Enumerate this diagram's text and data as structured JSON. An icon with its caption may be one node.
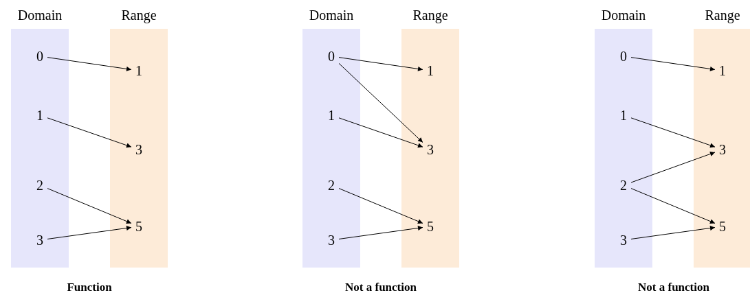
{
  "diagram": {
    "nodes": [
      {
        "text": [
          "Domain"
        ]
      },
      {
        "text": [
          "Range"
        ]
      },
      {
        "text": [
          "0"
        ],
        "in": 0
      },
      {
        "text": [
          "1"
        ],
        "in": 0
      },
      {
        "text": [
          "2"
        ],
        "in": 0
      },
      {
        "text": [
          "3"
        ],
        "in": 0
      },
      {
        "text": [
          "1"
        ],
        "in": 1
      },
      {
        "text": [
          "3"
        ],
        "in": 1
      },
      {
        "text": [
          "5"
        ],
        "in": 1
      },
      {
        "text": [
          "Domain"
        ]
      },
      {
        "text": [
          "Range"
        ]
      },
      {
        "text": [
          "0"
        ],
        "in": 9
      },
      {
        "text": [
          "1"
        ],
        "in": 9
      },
      {
        "text": [
          "2"
        ],
        "in": 9
      },
      {
        "text": [
          "3"
        ],
        "in": 9
      },
      {
        "text": [
          "1"
        ],
        "in": 10
      },
      {
        "text": [
          "3"
        ],
        "in": 10
      },
      {
        "text": [
          "5"
        ],
        "in": 10
      },
      {
        "text": [
          "Domain"
        ]
      },
      {
        "text": [
          "Range"
        ]
      },
      {
        "text": [
          "0"
        ],
        "in": 18
      },
      {
        "text": [
          "1"
        ],
        "in": 18
      },
      {
        "text": [
          "2"
        ],
        "in": 18
      },
      {
        "text": [
          "3"
        ],
        "in": 18
      },
      {
        "text": [
          "1"
        ],
        "in": 19
      },
      {
        "text": [
          "3"
        ],
        "in": 19
      },
      {
        "text": [
          "5"
        ],
        "in": 19
      }
    ],
    "edges": [
      {
        "from": 2,
        "to": 6,
        "arrow": "to"
      },
      {
        "from": 3,
        "to": 7,
        "arrow": "to"
      },
      {
        "from": 4,
        "to": 8,
        "arrow": "to"
      },
      {
        "from": 5,
        "to": 8,
        "arrow": "to"
      },
      {
        "from": 11,
        "to": 15,
        "arrow": "to"
      },
      {
        "from": 11,
        "to": 16,
        "arrow": "to"
      },
      {
        "from": 12,
        "to": 16,
        "arrow": "to"
      },
      {
        "from": 13,
        "to": 17,
        "arrow": "to"
      },
      {
        "from": 14,
        "to": 17,
        "arrow": "to"
      },
      {
        "from": 20,
        "to": 24,
        "arrow": "to"
      },
      {
        "from": 21,
        "to": 25,
        "arrow": "to"
      },
      {
        "from": 22,
        "to": 25,
        "arrow": "to"
      },
      {
        "from": 22,
        "to": 26,
        "arrow": "to"
      },
      {
        "from": 23,
        "to": 26,
        "arrow": "to"
      }
    ],
    "labels": [
      "Function",
      "Not a function",
      "Not a function"
    ]
  }
}
